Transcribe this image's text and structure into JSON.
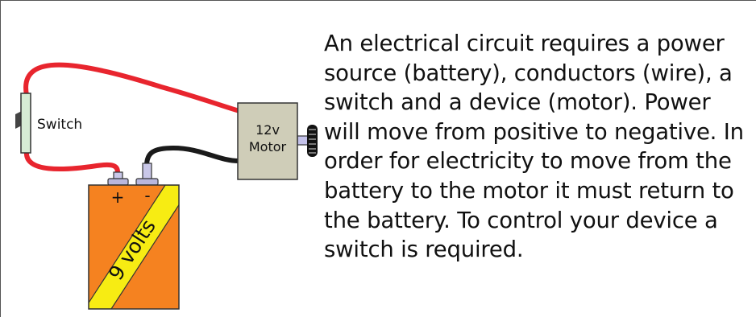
{
  "diagram": {
    "switch_label": "Switch",
    "motor_voltage": "12v",
    "motor_label": "Motor",
    "plus_terminal": "+",
    "minus_terminal": "-",
    "battery_label": "9 volts"
  },
  "description": "An electrical circuit requires a power source (battery), conductors (wire), a switch and a device (motor). Power will move from positive to negative.  In order for electricity to move from the battery to the motor it must return to the battery.  To control your device a switch is required.",
  "colors": {
    "red_wire": "#e8252e",
    "black_wire": "#1a1a1a",
    "battery_orange": "#f58220",
    "battery_stripe": "#f7ec13",
    "motor_body": "#cfcdb8",
    "switch_body": "#d6ecd4"
  }
}
